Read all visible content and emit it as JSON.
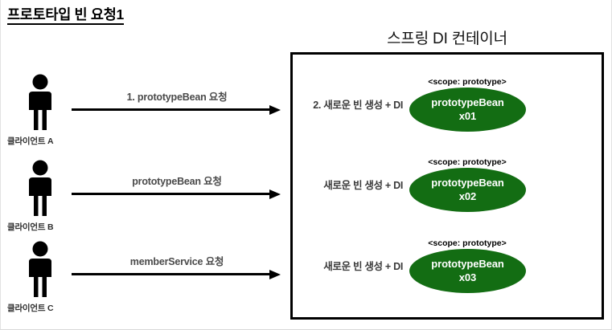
{
  "title": "프로토타입 빈 요청1",
  "container": {
    "heading": "스프링 DI 컨테이너",
    "border_color": "#000000"
  },
  "colors": {
    "bean_green": "#136d13",
    "arrow_black": "#000000",
    "label_gray": "#4a4a4a",
    "text_black": "#000000"
  },
  "clients": [
    {
      "icon": "person-icon",
      "label": "클라이언트 A"
    },
    {
      "icon": "person-icon",
      "label": "클라이언트 B"
    },
    {
      "icon": "person-icon",
      "label": "클라이언트 C"
    }
  ],
  "requests": [
    {
      "label": "1. prototypeBean 요청",
      "icon": "arrow-right-icon"
    },
    {
      "label": "prototypeBean 요청",
      "icon": "arrow-right-icon"
    },
    {
      "label": "memberService 요청",
      "icon": "arrow-right-icon"
    }
  ],
  "beans": [
    {
      "creation_label": "2. 새로운 빈 생성 + DI",
      "scope": "<scope: prototype>",
      "name": "prototypeBean",
      "id": "x01"
    },
    {
      "creation_label": "새로운 빈 생성 + DI",
      "scope": "<scope: prototype>",
      "name": "prototypeBean",
      "id": "x02"
    },
    {
      "creation_label": "새로운 빈 생성 + DI",
      "scope": "<scope: prototype>",
      "name": "prototypeBean",
      "id": "x03"
    }
  ]
}
